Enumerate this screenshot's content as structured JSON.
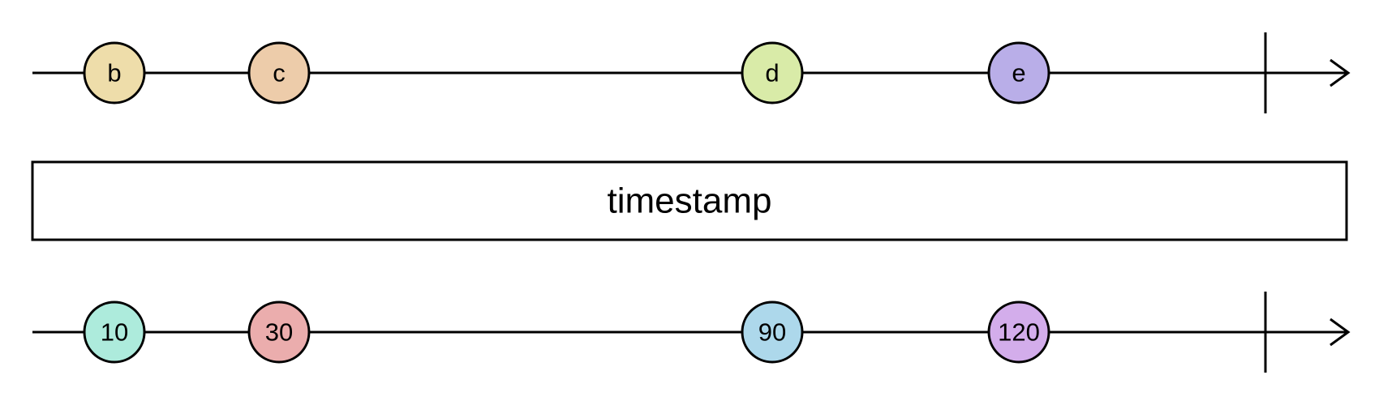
{
  "operator": {
    "label": "timestamp"
  },
  "colors": {
    "line": "#000000",
    "box_fill": "#ffffff"
  },
  "input_stream": {
    "completed": true,
    "marbles": [
      {
        "label": "b",
        "color": "#EEDDAA"
      },
      {
        "label": "c",
        "color": "#EDCCAA"
      },
      {
        "label": "d",
        "color": "#D9EBA8"
      },
      {
        "label": "e",
        "color": "#B9AEE8"
      }
    ]
  },
  "output_stream": {
    "completed": true,
    "marbles": [
      {
        "label": "10",
        "color": "#ADEBDC"
      },
      {
        "label": "30",
        "color": "#EBADAD"
      },
      {
        "label": "90",
        "color": "#ADD8EB"
      },
      {
        "label": "120",
        "color": "#D3ADEB"
      }
    ]
  }
}
